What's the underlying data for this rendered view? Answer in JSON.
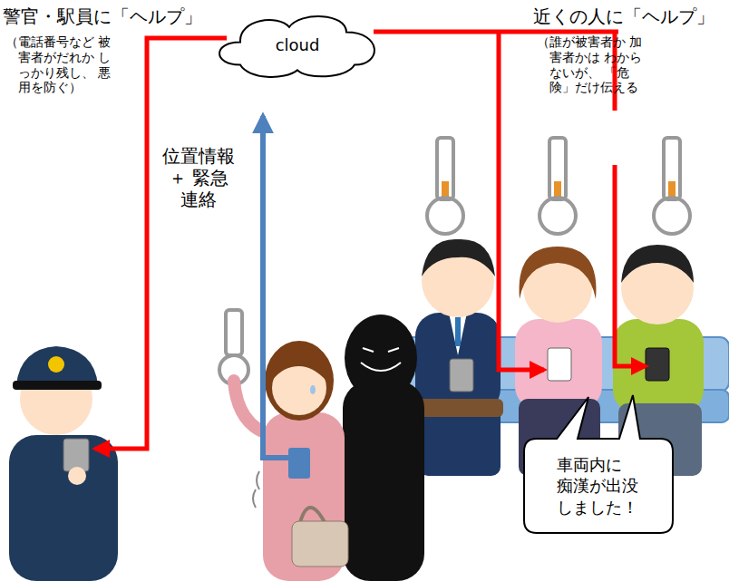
{
  "diagram": {
    "nodes": [
      {
        "text": [
          "cloud"
        ]
      },
      {
        "text": [
          "車両内に 痴漢が出没 しました！"
        ]
      }
    ],
    "labels": [
      "警官・駅員に「ヘルプ」",
      "（電話番号など 被害者がだれか しっかり残し、 悪用を防ぐ）",
      "近くの人に「ヘルプ」",
      "（誰が被害者か 加害者かは わからないが、 「危険」だけ伝える",
      "位置情報 ＋ 緊急連絡"
    ]
  }
}
